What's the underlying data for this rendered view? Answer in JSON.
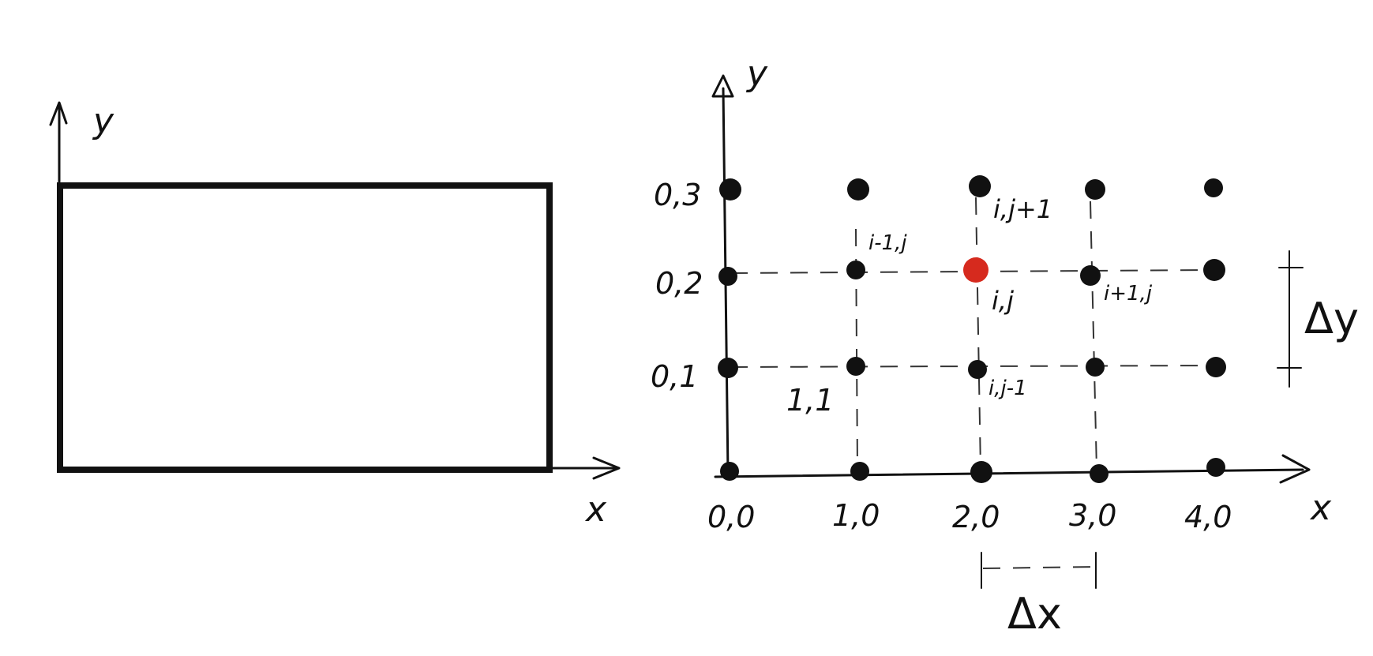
{
  "diagram": {
    "left_domain": {
      "x_axis_label": "x",
      "y_axis_label": "y"
    },
    "grid": {
      "x_axis_label": "x",
      "y_axis_label": "y",
      "x_labels": [
        "0,0",
        "1,0",
        "2,0",
        "3,0",
        "4,0"
      ],
      "y_labels": [
        "0,1",
        "0,2",
        "0,3"
      ],
      "inner_label": "1,1",
      "stencil": {
        "center": "i,j",
        "top": "i,j+1",
        "left": "i-1,j",
        "right": "i+1,j",
        "bottom": "i,j-1"
      },
      "dx_label": "Δx",
      "dy_label": "Δy",
      "highlight_color": "#d62a1e",
      "node_color": "#111111"
    }
  }
}
